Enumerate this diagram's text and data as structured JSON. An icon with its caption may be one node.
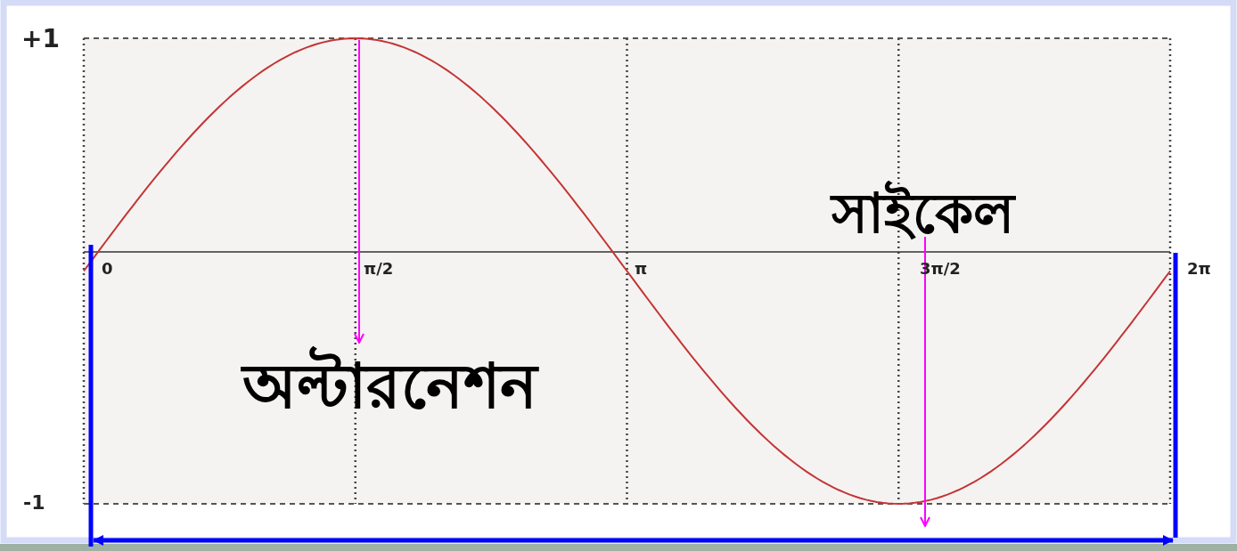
{
  "diagram": {
    "nodes": [
      {
        "text": [
          "অল্টারনেশন"
        ]
      },
      {
        "text": [
          "সাইকেল"
        ]
      }
    ],
    "edges": [
      {
        "from": null,
        "to": 0,
        "arrow": "to"
      },
      {
        "from": 1,
        "to": null,
        "arrow": "to"
      }
    ],
    "labels": [
      "+1",
      "0",
      "π/2",
      "π",
      "3π/2",
      "2π",
      "-1"
    ]
  }
}
